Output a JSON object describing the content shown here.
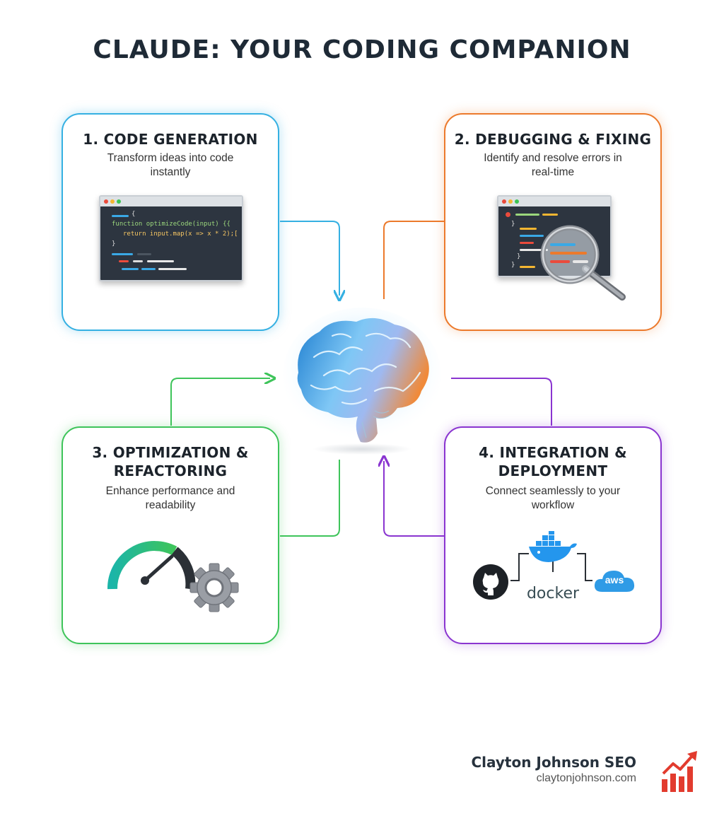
{
  "title": "CLAUDE: YOUR CODING COMPANION",
  "cards": [
    {
      "title": "1. CODE GENERATION",
      "description": "Transform ideas into code instantly",
      "color": "#35b0e2",
      "code": {
        "line1": "function optimizeCode(input) {{",
        "line2": "return input.map(x => x * 2);["
      }
    },
    {
      "title": "2. DEBUGGING & FIXING",
      "description": "Identify and resolve errors in real-time",
      "color": "#ec7a2c"
    },
    {
      "title": "3. OPTIMIZATION & REFACTORING",
      "description": "Enhance performance and readability",
      "color": "#3ec45a"
    },
    {
      "title": "4. INTEGRATION & DEPLOYMENT",
      "description": "Connect seamlessly to your workflow",
      "color": "#8a35d0",
      "logos": {
        "github_icon": "github-icon",
        "docker_label": "docker",
        "aws_label": "aws"
      }
    }
  ],
  "center_icon": "brain-icon",
  "footer": {
    "name": "Clayton Johnson SEO",
    "url": "claytonjohnson.com",
    "logo_icon": "bar-chart-arrow-icon",
    "logo_color": "#e23b2e"
  }
}
